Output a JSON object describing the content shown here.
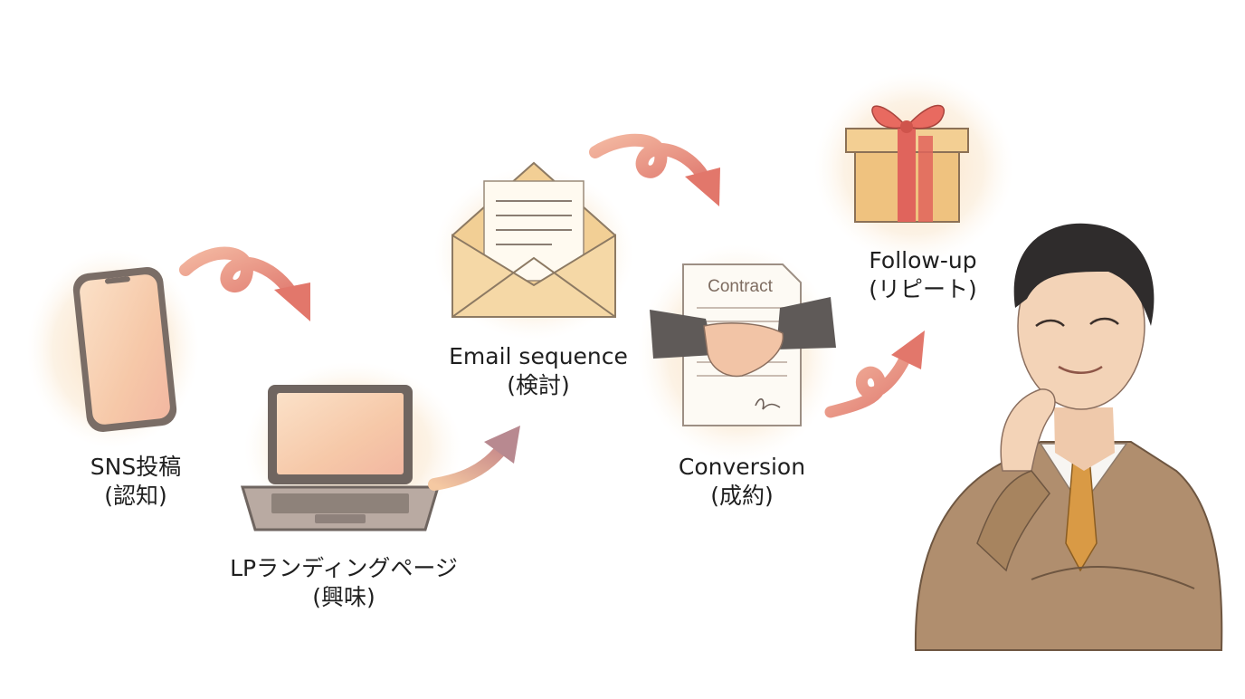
{
  "steps": [
    {
      "title": "SNS投稿",
      "subtitle": "(認知)",
      "icon": "smartphone-icon"
    },
    {
      "title": "LPランディングページ",
      "subtitle": "(興味)",
      "icon": "laptop-icon"
    },
    {
      "title": "Email sequence",
      "subtitle": "(検討)",
      "icon": "envelope-icon"
    },
    {
      "title": "Conversion",
      "subtitle": "(成約)",
      "icon": "contract-handshake-icon"
    },
    {
      "title": "Follow-up",
      "subtitle": "(リピート)",
      "icon": "gift-box-icon"
    }
  ],
  "contract": {
    "heading": "Contract"
  },
  "colors": {
    "arrow": "#e8907e",
    "watercolor_wash": "#f6d5b0",
    "envelope": "#f2cf95",
    "gift_box": "#efc27f",
    "ribbon": "#e0645c",
    "suit": "#b08e6e",
    "tie": "#d99a45"
  },
  "person": {
    "icon": "businessman-thinking-icon"
  }
}
